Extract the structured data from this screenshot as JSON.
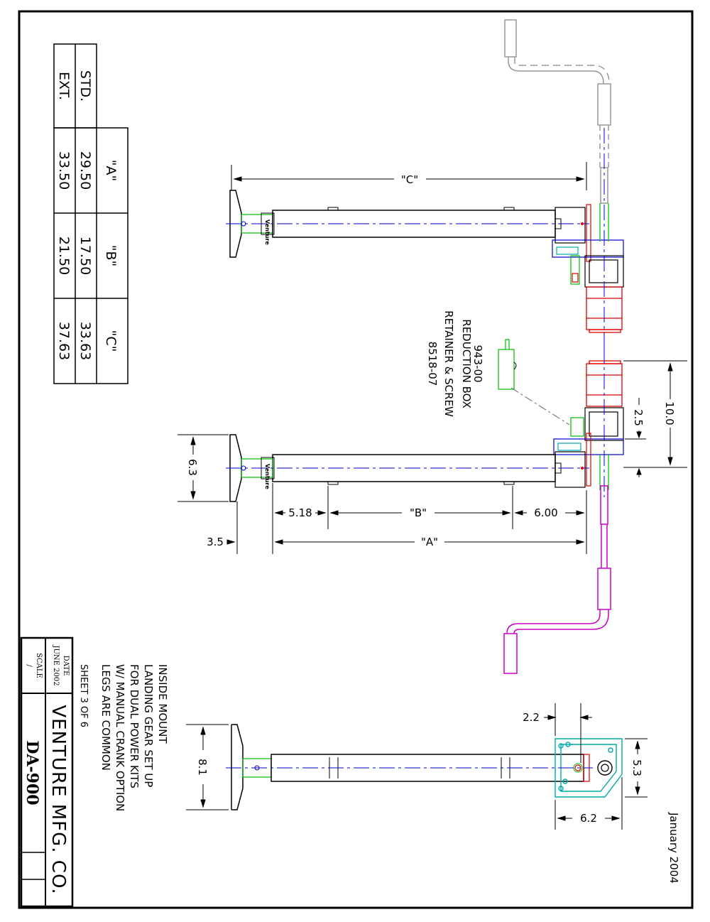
{
  "table": {
    "headers": [
      "\"A\"",
      "\"B\"",
      "\"C\""
    ],
    "rows": [
      {
        "label": "STD.",
        "values": [
          "29.50",
          "17.50",
          "33.63"
        ]
      },
      {
        "label": "EXT.",
        "values": [
          "33.50",
          "21.50",
          "37.63"
        ]
      }
    ]
  },
  "dimensions": {
    "c": "\"C\"",
    "a": "\"A\"",
    "b": "\"B\"",
    "d518": "5.18",
    "d600": "6.00",
    "d35": "3.5",
    "d63": "6.3",
    "d100": "10.0",
    "d25": "2.5",
    "d22": "2.2",
    "d81": "8.1",
    "d53": "5.3",
    "d62": "6.2"
  },
  "callout": {
    "line1": "943-00",
    "line2": "REDUCTION BOX",
    "line3": "RETAINER & SCREW",
    "line4": "8518-07"
  },
  "notes": {
    "line1": "INSIDE MOUNT",
    "line2": "LANDING GEAR SET UP",
    "line3": "FOR DUAL POWER KITS",
    "line4": "W/ MANUAL CRANK OPTION",
    "line5": "LEGS ARE COMMON",
    "sheet": "SHEET 3 OF 6"
  },
  "title_block": {
    "date_label": "DATE",
    "date_value": "JUNE 2002",
    "scale_label": "SCALE",
    "scale_value": "/",
    "company": "VENTURE MFG. CO.",
    "drawing_no": "DA-900"
  },
  "revision_date": "January 2004",
  "colors": {
    "line": "#000000",
    "centerline": "#0000cc",
    "motor": "#dd0000",
    "gearbox": "#00bb00",
    "housing": "#00aaaa",
    "crank_right": "#cc00cc",
    "crank_left": "#aaaaaa"
  }
}
